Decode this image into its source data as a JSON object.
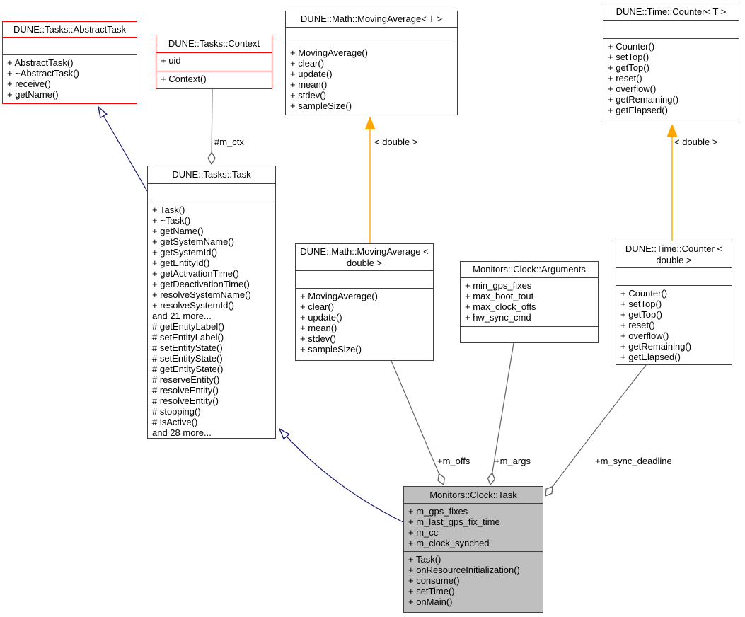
{
  "diagram_kind": "uml-collaboration-diagram",
  "classes": {
    "abstract_task": {
      "title": "DUNE::Tasks::AbstractTask",
      "attributes": [],
      "methods": [
        "+ AbstractTask()",
        "+ ~AbstractTask()",
        "+ receive()",
        "+ getName()"
      ]
    },
    "context": {
      "title": "DUNE::Tasks::Context",
      "attributes": [
        "+ uid"
      ],
      "methods": [
        "+ Context()"
      ]
    },
    "moving_average_t": {
      "title": "DUNE::Math::MovingAverage< T >",
      "attributes": [],
      "methods": [
        "+ MovingAverage()",
        "+ clear()",
        "+ update()",
        "+ mean()",
        "+ stdev()",
        "+ sampleSize()"
      ]
    },
    "counter_t": {
      "title": "DUNE::Time::Counter< T >",
      "attributes": [],
      "methods": [
        "+ Counter()",
        "+ setTop()",
        "+ getTop()",
        "+ reset()",
        "+ overflow()",
        "+ getRemaining()",
        "+ getElapsed()"
      ]
    },
    "task": {
      "title": "DUNE::Tasks::Task",
      "attributes": [],
      "methods": [
        "+ Task()",
        "+ ~Task()",
        "+ getName()",
        "+ getSystemName()",
        "+ getSystemId()",
        "+ getEntityId()",
        "+ getActivationTime()",
        "+ getDeactivationTime()",
        "+ resolveSystemName()",
        "+ resolveSystemId()",
        "and 21 more...",
        "# getEntityLabel()",
        "# setEntityLabel()",
        "# setEntityState()",
        "# setEntityState()",
        "# getEntityState()",
        "# reserveEntity()",
        "# resolveEntity()",
        "# resolveEntity()",
        "# stopping()",
        "# isActive()",
        "and 28 more..."
      ]
    },
    "moving_average_double": {
      "title": "DUNE::Math::MovingAverage < double >",
      "attributes": [],
      "methods": [
        "+ MovingAverage()",
        "+ clear()",
        "+ update()",
        "+ mean()",
        "+ stdev()",
        "+ sampleSize()"
      ]
    },
    "arguments": {
      "title": "Monitors::Clock::Arguments",
      "attributes": [
        "+ min_gps_fixes",
        "+ max_boot_tout",
        "+ max_clock_offs",
        "+ hw_sync_cmd"
      ],
      "methods": []
    },
    "counter_double": {
      "title": "DUNE::Time::Counter < double >",
      "attributes": [],
      "methods": [
        "+ Counter()",
        "+ setTop()",
        "+ getTop()",
        "+ reset()",
        "+ overflow()",
        "+ getRemaining()",
        "+ getElapsed()"
      ]
    },
    "clock_task": {
      "title": "Monitors::Clock::Task",
      "attributes": [
        "+ m_gps_fixes",
        "+ m_last_gps_fix_time",
        "+ m_cc",
        "+ m_clock_synched"
      ],
      "methods": [
        "+ Task()",
        "+ onResourceInitialization()",
        "+ consume()",
        "+ setTime()",
        "+ onMain()"
      ]
    }
  },
  "edge_labels": {
    "m_ctx": "#m_ctx",
    "template_moving_average": "< double >",
    "template_counter": "< double >",
    "m_offs": "+m_offs",
    "m_args": "+m_args",
    "m_sync_deadline": "+m_sync_deadline"
  },
  "colors": {
    "truncated_border": "#ff0000",
    "box_border": "#404040",
    "highlight_fill": "#bfbfbf",
    "inheritance": "#191970",
    "template": "#ffa500",
    "usage": "#636363"
  }
}
